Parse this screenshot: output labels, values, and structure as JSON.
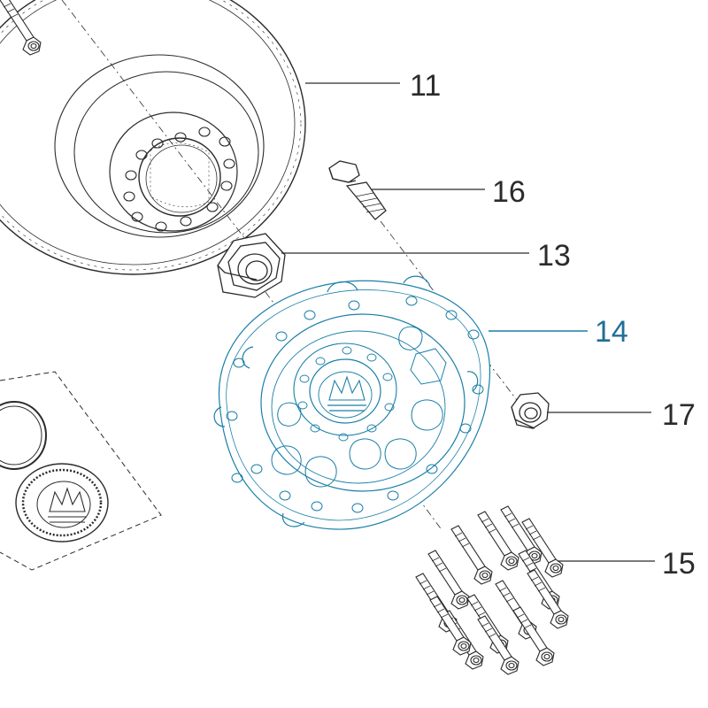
{
  "colors": {
    "line": "#2b2b2b",
    "highlight": "#1a7fa8",
    "highlight_label": "#1f6f96"
  },
  "callouts": [
    {
      "label": "11",
      "highlighted": false
    },
    {
      "label": "16",
      "highlighted": false
    },
    {
      "label": "13",
      "highlighted": false
    },
    {
      "label": "14",
      "highlighted": true
    },
    {
      "label": "17",
      "highlighted": false
    },
    {
      "label": "15",
      "highlighted": false
    }
  ]
}
